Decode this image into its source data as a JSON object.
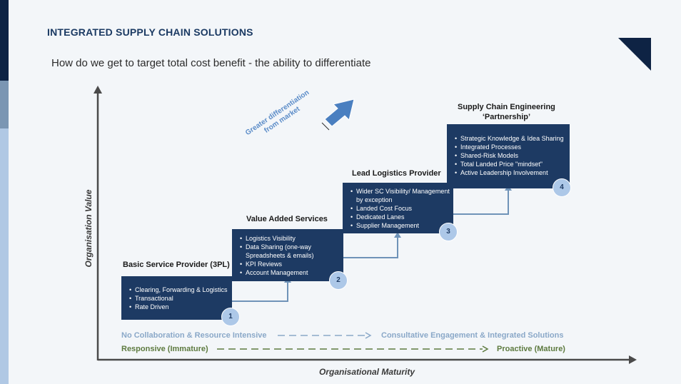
{
  "title": "INTEGRATED SUPPLY CHAIN SOLUTIONS",
  "subtitle": "How do we get to target total cost benefit - the ability to differentiate",
  "axes": {
    "y_label": "Organisation Value",
    "x_label": "Organisational Maturity"
  },
  "differentiation": {
    "line1": "Greater differentiation",
    "line2": "from market"
  },
  "stages": [
    {
      "number": "1",
      "title": "Basic Service Provider (3PL)",
      "items": [
        "Clearing, Forwarding & Logistics",
        "Transactional",
        "Rate Driven"
      ]
    },
    {
      "number": "2",
      "title": "Value Added Services",
      "items": [
        "Logistics Visibility",
        "Data Sharing (one-way Spreadsheets & emails)",
        "KPI Reviews",
        "Account Management"
      ]
    },
    {
      "number": "3",
      "title": "Lead Logistics Provider",
      "items": [
        "Wider SC Visibility/ Management by exception",
        "Landed Cost Focus",
        "Dedicated Lanes",
        "Supplier Management"
      ]
    },
    {
      "number": "4",
      "title_line1": "Supply Chain Engineering",
      "title_line2": "‘Partnership’",
      "items": [
        "Strategic Knowledge & Idea Sharing",
        "Integrated Processes",
        "Shared-Risk Models",
        "Total Landed Price \"mindset\"",
        "Active Leadership Involvement"
      ]
    }
  ],
  "spectrum": [
    {
      "left": "No Collaboration & Resource Intensive",
      "right": "Consultative Engagement & Integrated Solutions"
    },
    {
      "left": "Responsive (Immature)",
      "right": "Proactive (Mature)"
    }
  ],
  "colors": {
    "box": "#1d3a63",
    "number_circle": "#adc8e8",
    "connector": "#6f93b8",
    "arrow": "#4a7fc0",
    "legend_blue": "#8aa8c8",
    "legend_green": "#5d7a3f"
  }
}
